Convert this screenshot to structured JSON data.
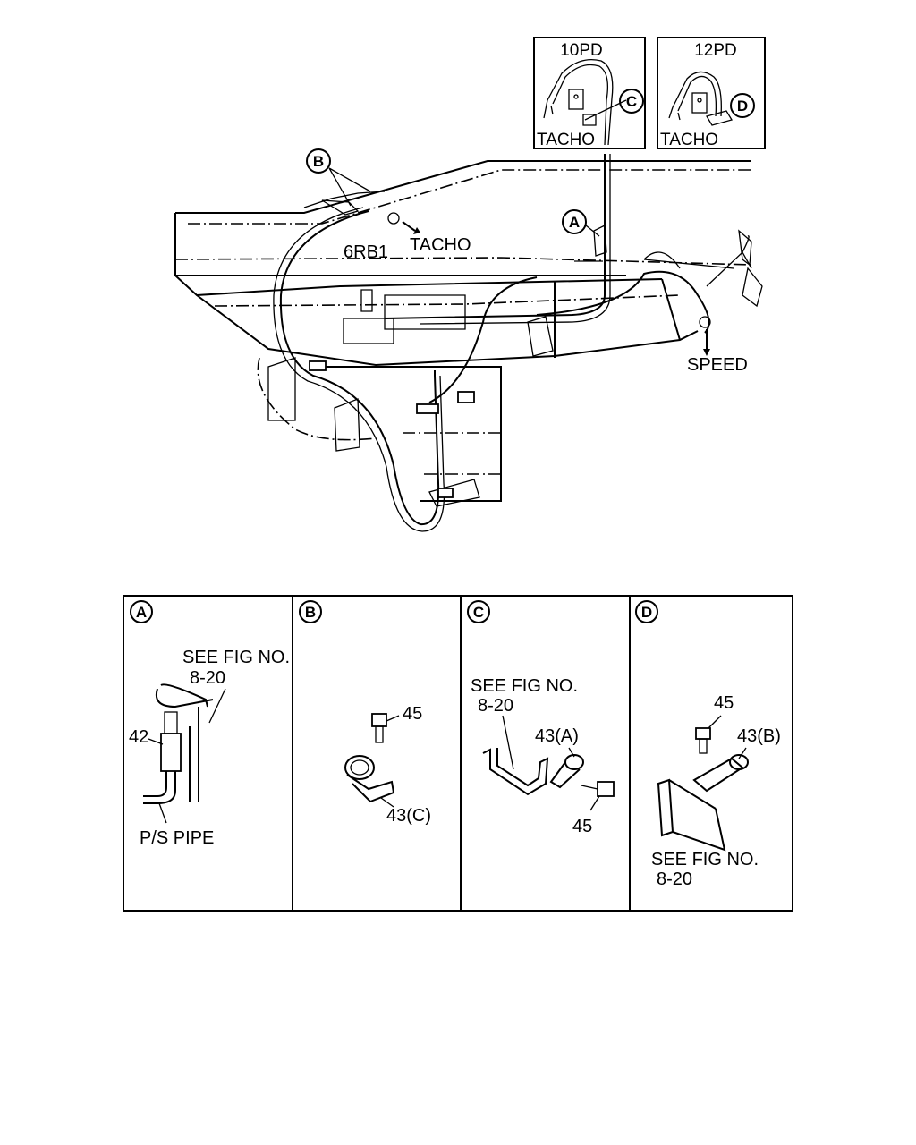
{
  "main_diagram": {
    "engine_label": "6RB1",
    "tacho_label": "TACHO",
    "speed_label": "SPEED",
    "callout_a": "A",
    "callout_b": "B"
  },
  "inset_10pd": {
    "title": "10PD",
    "tacho_label": "TACHO",
    "callout": "C"
  },
  "inset_12pd": {
    "title": "12PD",
    "tacho_label": "TACHO",
    "callout": "D"
  },
  "detail_panels": [
    {
      "id": "A",
      "ref_line1": "SEE FIG NO.",
      "ref_line2": "8-20",
      "part1": "42",
      "pipe_label": "P/S PIPE"
    },
    {
      "id": "B",
      "part1": "45",
      "part2": "43(C)"
    },
    {
      "id": "C",
      "ref_line1": "SEE FIG NO.",
      "ref_line2": "8-20",
      "part1": "43(A)",
      "part2": "45"
    },
    {
      "id": "D",
      "part1": "45",
      "part2": "43(B)",
      "ref_line1": "SEE FIG NO.",
      "ref_line2": "8-20"
    }
  ]
}
